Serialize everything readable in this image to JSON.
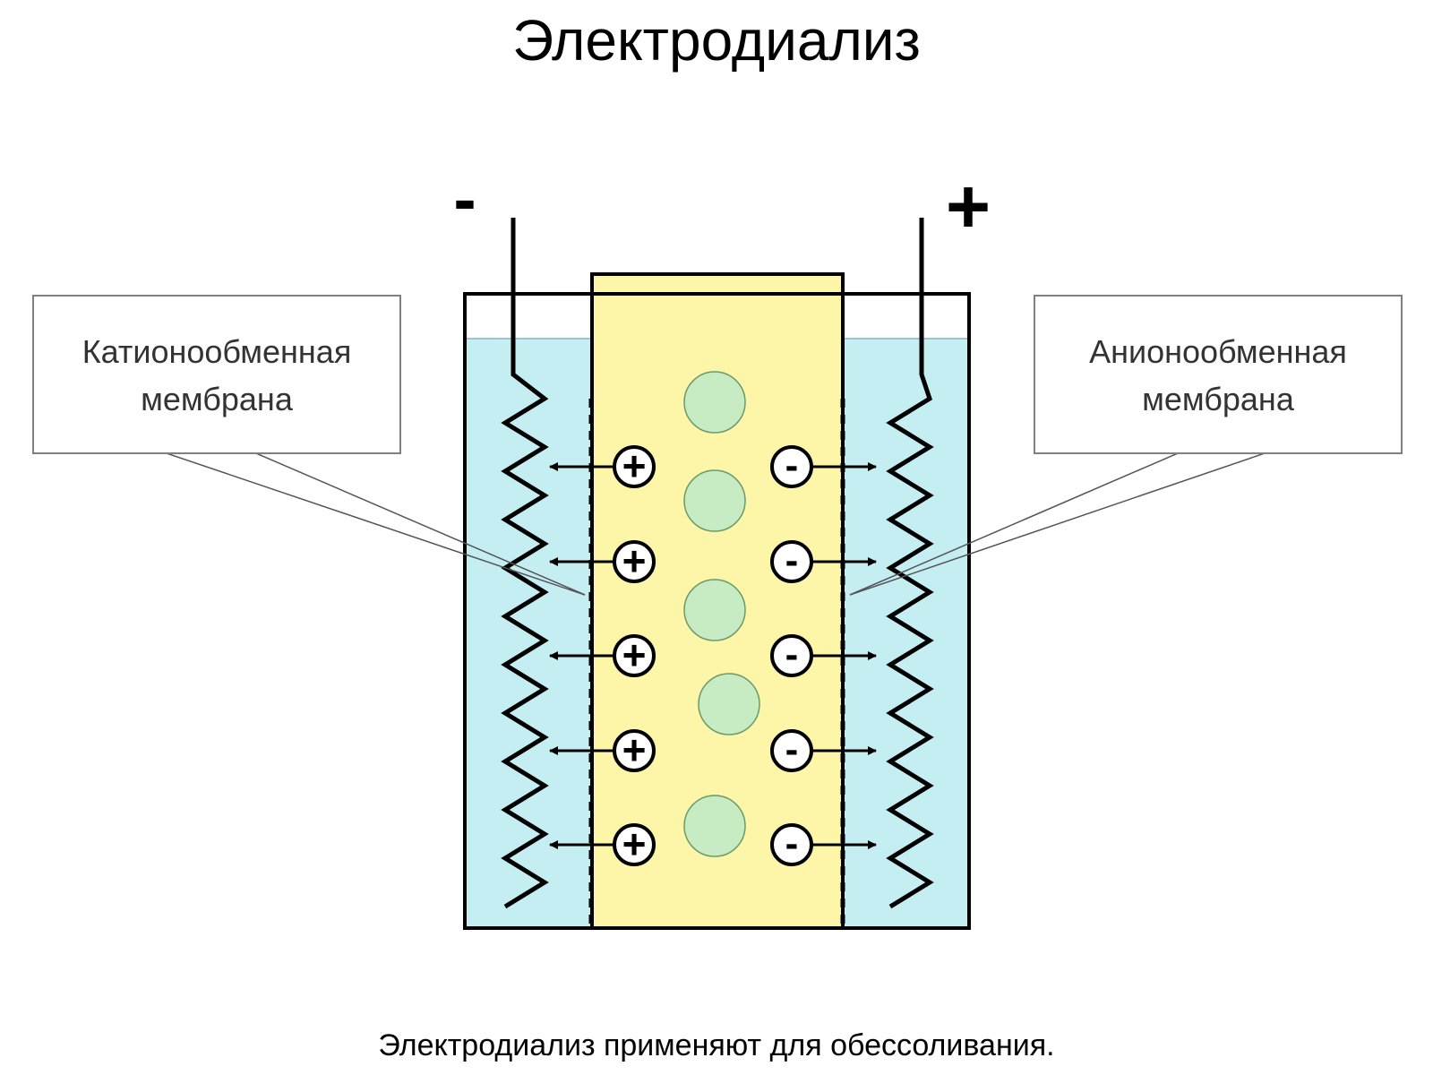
{
  "title": "Электродиализ",
  "caption": "Электродиализ применяют для обессоливания.",
  "electrodes": {
    "cathode_sign": "-",
    "anode_sign": "+"
  },
  "callouts": {
    "left": {
      "line1": "Катионообменная",
      "line2": "мембрана"
    },
    "right": {
      "line1": "Анионообменная",
      "line2": "мембрана"
    }
  },
  "ions": {
    "cation_symbol": "+",
    "anion_symbol": "-",
    "cation_count": 5,
    "anion_count": 5,
    "neutral_count": 5
  },
  "colors": {
    "solution": "#c5eef3",
    "center_chamber": "#fdf6a8",
    "neutral_particle": "#c7ebc3",
    "outline": "#000000",
    "callout_border": "#808080"
  }
}
